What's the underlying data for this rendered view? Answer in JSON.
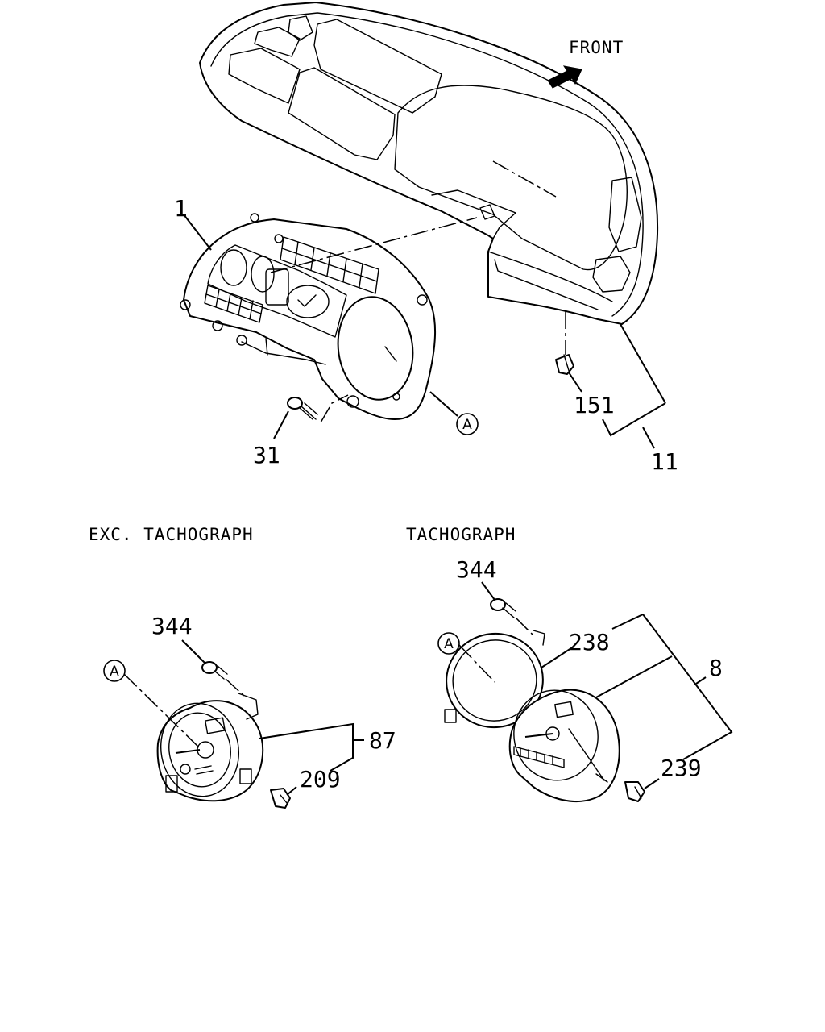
{
  "labels": {
    "front": "FRONT",
    "section_left": "EXC. TACHOGRAPH",
    "section_right": "TACHOGRAPH",
    "ref_a": "A"
  },
  "callouts": {
    "p1": "1",
    "p151": "151",
    "p11": "11",
    "p31": "31",
    "p344_left": "344",
    "p87": "87",
    "p209": "209",
    "p344_right": "344",
    "p238": "238",
    "p8": "8",
    "p239": "239"
  }
}
